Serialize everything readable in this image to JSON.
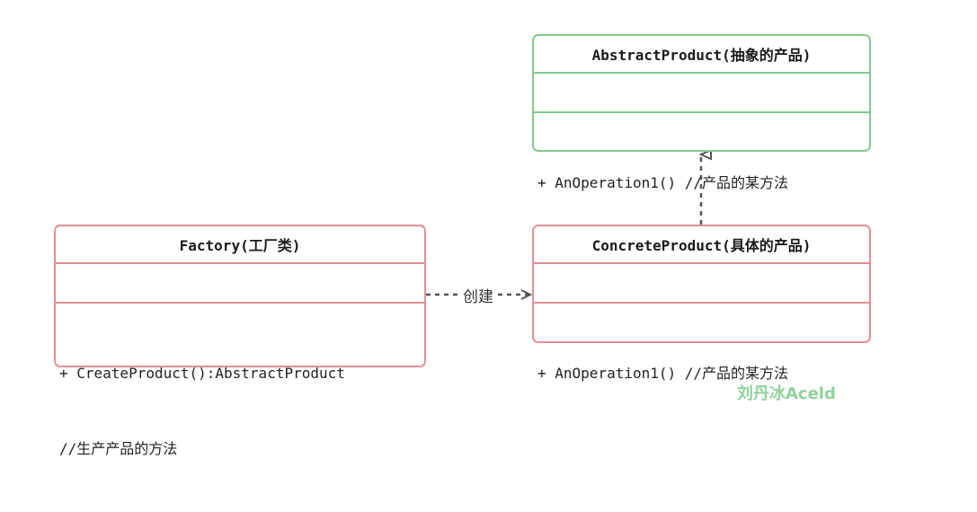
{
  "classes": {
    "abstract_product": {
      "name": "AbstractProduct(抽象的产品)",
      "attributes": "",
      "operations": [
        "+ AnOperation1() //产品的某方法"
      ]
    },
    "concrete_product": {
      "name": "ConcreteProduct(具体的产品)",
      "attributes": "",
      "operations": [
        "+ AnOperation1() //产品的某方法"
      ]
    },
    "factory": {
      "name": "Factory(工厂类)",
      "attributes": "",
      "operations": [
        "+ CreateProduct():AbstractProduct",
        "//生产产品的方法"
      ]
    }
  },
  "relations": {
    "create_label": "创建"
  },
  "watermark": "刘丹冰Aceld",
  "colors": {
    "interface_border": "#82c98f",
    "class_border": "#e08f95",
    "connector": "#555555",
    "watermark": "#8fd29b"
  }
}
